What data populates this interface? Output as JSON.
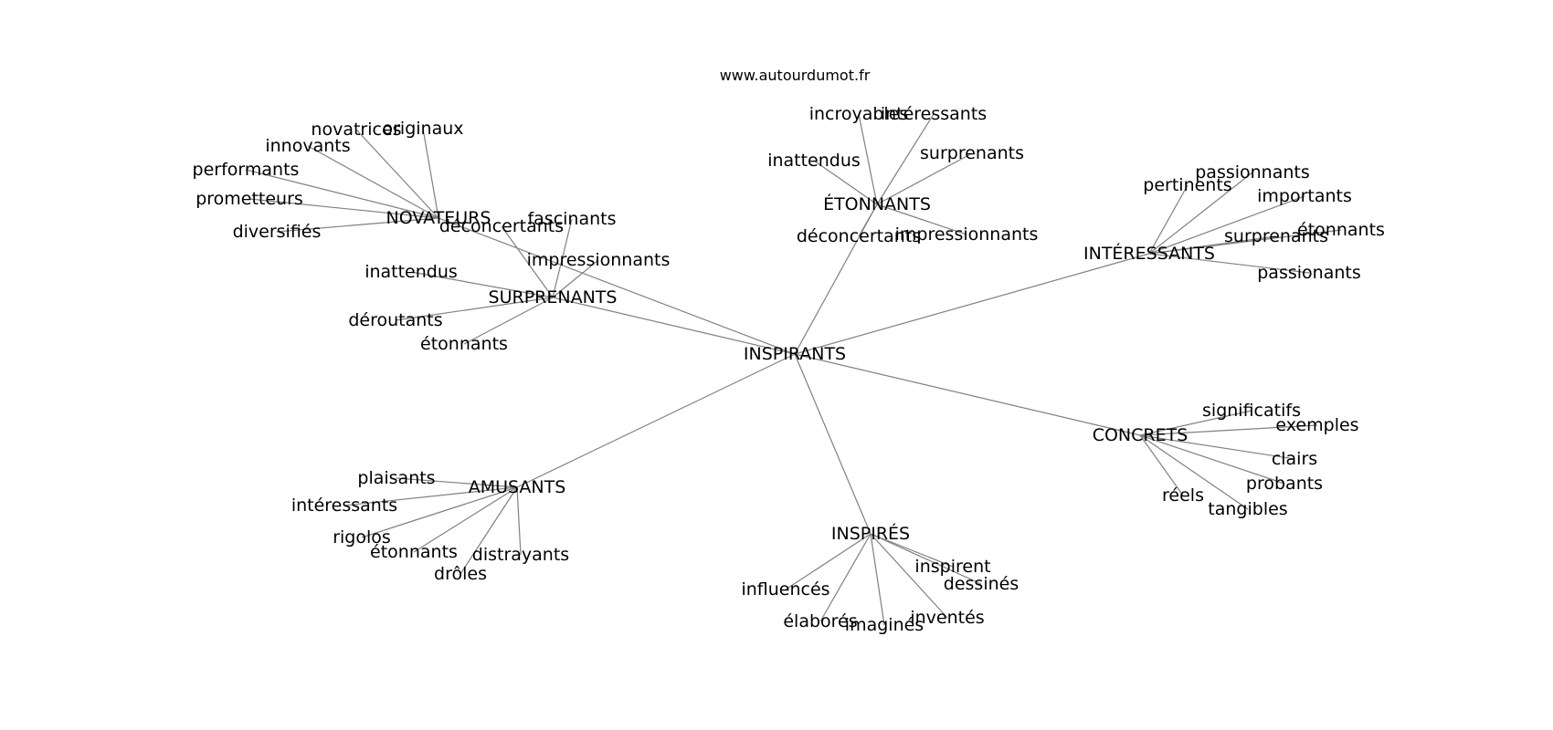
{
  "source": "www.autourdumot.fr",
  "graph": {
    "center": "INSPIRANTS",
    "hubs": [
      {
        "label": "SURPRENANTS",
        "children": [
          "fascinants",
          "impressionnants",
          "inattendus",
          "déroutants",
          "étonnants",
          "déconcertants"
        ]
      },
      {
        "label": "NOVATEURS",
        "children": [
          "novatrices",
          "originaux",
          "innovants",
          "performants",
          "prometteurs",
          "diversifiés"
        ]
      },
      {
        "label": "ÉTONNANTS",
        "children": [
          "incroyables",
          "intéressants",
          "inattendus",
          "surprenants",
          "impressionnants",
          "déconcertants"
        ]
      },
      {
        "label": "INTÉRESSANTS",
        "children": [
          "pertinents",
          "passionnants",
          "importants",
          "étonnants",
          "surprenants",
          "passionants"
        ]
      },
      {
        "label": "CONCRETS",
        "children": [
          "significatifs",
          "exemples",
          "clairs",
          "probants",
          "tangibles",
          "réels"
        ]
      },
      {
        "label": "INSPIRÉS",
        "children": [
          "inspirent",
          "dessinés",
          "inventés",
          "imaginés",
          "élaborés",
          "influencés"
        ]
      },
      {
        "label": "AMUSANTS",
        "children": [
          "plaisants",
          "intéressants",
          "rigolos",
          "étonnants",
          "drôles",
          "distrayants"
        ]
      }
    ]
  }
}
